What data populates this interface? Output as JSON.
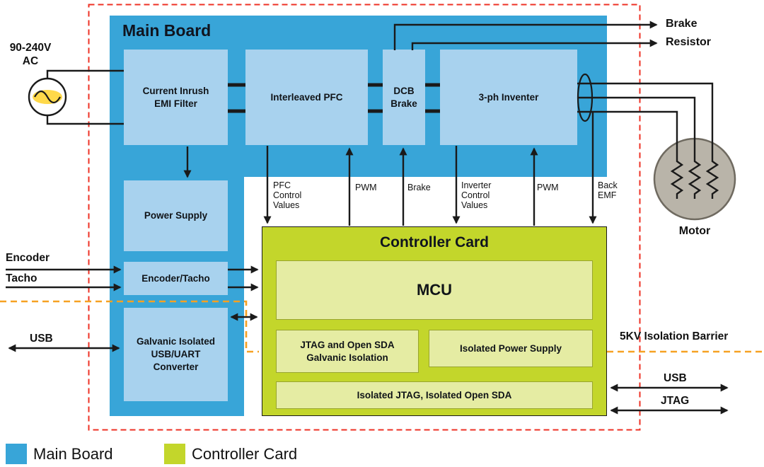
{
  "colors": {
    "main_board": "#38a5d8",
    "main_board_block": "#a8d2ee",
    "controller_card": "#c3d62b",
    "controller_card_block": "#e5eca3",
    "isolation_barrier_line": "#f6a123",
    "boundary_dashed": "#ee3124",
    "motor_fill": "#b9b4a9",
    "wire": "#1a1a1a",
    "ac_source_fill": "#ffd94a"
  },
  "main_board": {
    "title": "Main Board",
    "blocks": {
      "emi_filter": "Current Inrush\nEMI Filter",
      "interleaved_pfc": "Interleaved PFC",
      "dcb_brake": "DCB\nBrake",
      "inverter_3ph": "3-ph Inventer",
      "power_supply": "Power Supply",
      "encoder_tacho": "Encoder/Tacho",
      "usb_uart_converter": "Galvanic Isolated\nUSB/UART\nConverter"
    }
  },
  "controller_card": {
    "title": "Controller Card",
    "blocks": {
      "mcu": "MCU",
      "jtag_open_sda_isolation": "JTAG and Open SDA\nGalvanic Isolation",
      "isolated_power_supply": "Isolated Power Supply",
      "isolated_jtag_open_sda": "Isolated JTAG, Isolated Open SDA"
    }
  },
  "signals": {
    "pfc_control_values": "PFC\nControl\nValues",
    "pwm_pfc": "PWM",
    "brake": "Brake",
    "inverter_control_values": "Inverter\nControl\nValues",
    "pwm_inverter": "PWM",
    "back_emf": "Back\nEMF"
  },
  "labels": {
    "source": "90-240V\nAC",
    "encoder": "Encoder",
    "tacho": "Tacho",
    "usb_left": "USB",
    "brake_resistor": "Brake\nResistor",
    "motor": "Motor",
    "isolation_barrier": "5KV Isolation Barrier",
    "usb_right": "USB",
    "jtag_right": "JTAG"
  },
  "legend": [
    {
      "label": "Main Board",
      "color": "#38a5d8"
    },
    {
      "label": "Controller Card",
      "color": "#c3d62b"
    }
  ]
}
